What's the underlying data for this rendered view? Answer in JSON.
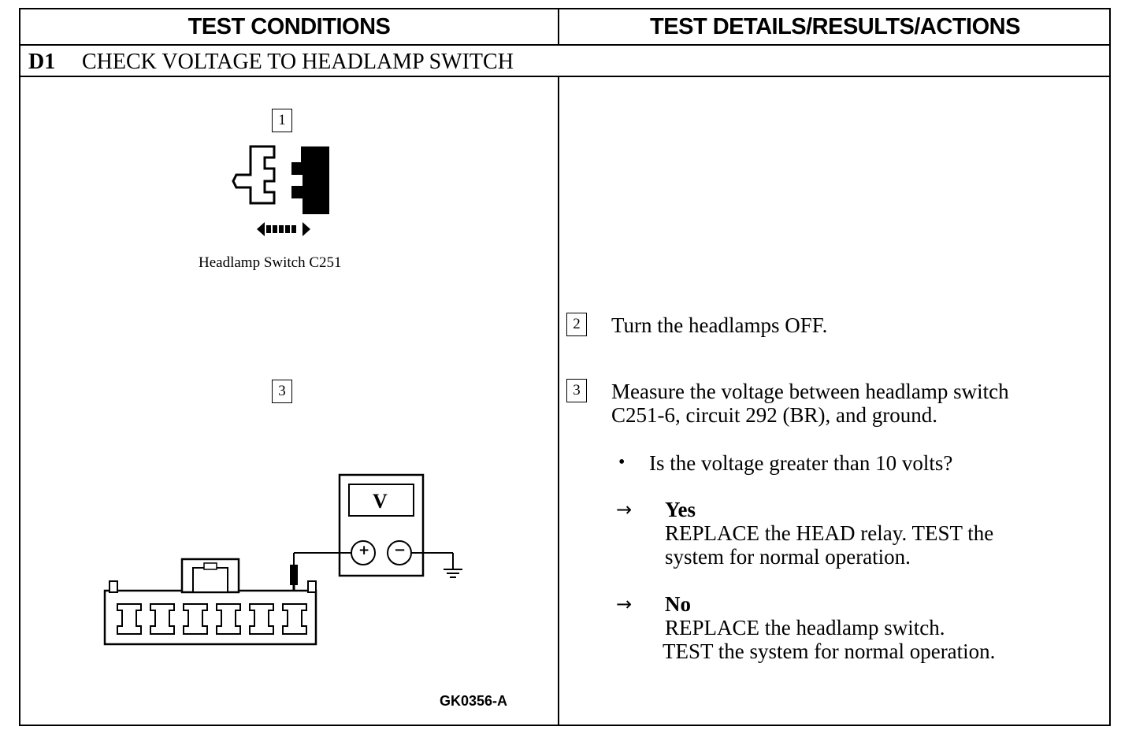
{
  "header": {
    "left": "TEST CONDITIONS",
    "right": "TEST DETAILS/RESULTS/ACTIONS"
  },
  "step": {
    "id": "D1",
    "title": "CHECK VOLTAGE TO HEADLAMP SWITCH"
  },
  "conditions": {
    "callout_1": "1",
    "connector_caption": "Headlamp Switch C251",
    "callout_3": "3",
    "meter_label": "V",
    "plus_symbol": "+",
    "minus_symbol": "−",
    "figure_id": "GK0356-A"
  },
  "details": {
    "step2": {
      "num": "2",
      "text": "Turn the headlamps OFF."
    },
    "step3": {
      "num": "3",
      "line1": "Measure the voltage between headlamp switch",
      "line2": "C251-6, circuit 292 (BR), and ground.",
      "question": "Is the voltage greater than 10 volts?"
    },
    "yes": {
      "label": "Yes",
      "line1": "REPLACE the HEAD relay. TEST the",
      "line2": "system for normal operation."
    },
    "no": {
      "label": "No",
      "line1": "REPLACE the headlamp switch.",
      "line2": "TEST the system for normal operation."
    }
  }
}
